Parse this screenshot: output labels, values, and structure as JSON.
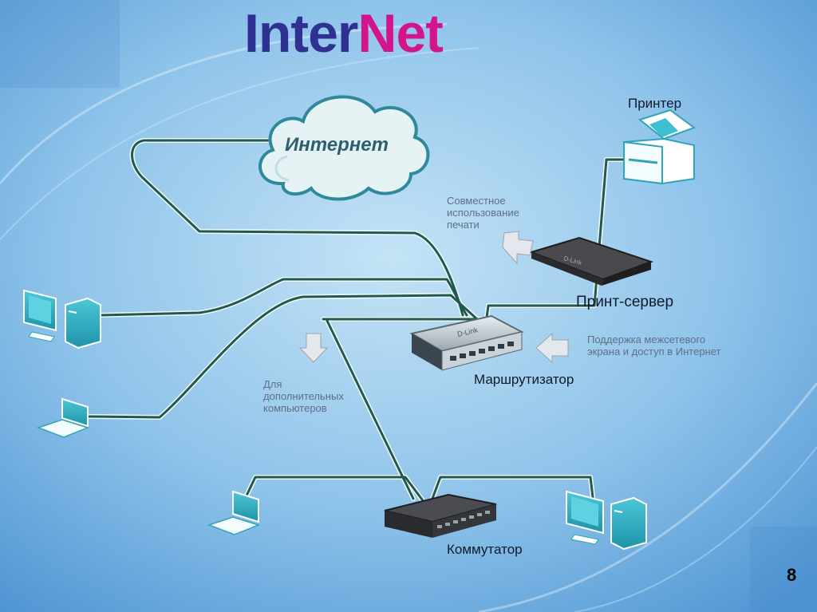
{
  "title": {
    "part1": "Inter",
    "part2": "Net"
  },
  "page_number": "8",
  "nodes": {
    "internet": "Интернет",
    "printer": "Принтер",
    "print_server": "Принт-сервер",
    "router": "Маршрутизатор",
    "switch": "Коммутатор"
  },
  "annotations": {
    "shared_printing": "Совместное\nиспользование\nпечати",
    "firewall_internet": "Поддержка межсетевого\nэкрана и доступ в Интернет",
    "extra_computers": "Для\nдополнительных\nкомпьютеров"
  },
  "colors": {
    "title_part1": "#2e3192",
    "title_part2": "#d4148c",
    "cable": "#1f5a4c",
    "cable_outline": "#f2f8fb",
    "device_cyan": "#2fb3c6",
    "background": "#8ec3ea"
  },
  "icons": [
    "cloud-icon",
    "printer-icon",
    "print-server-icon",
    "router-icon",
    "switch-icon",
    "desktop-computer-icon",
    "laptop-icon",
    "arrow-icon"
  ]
}
